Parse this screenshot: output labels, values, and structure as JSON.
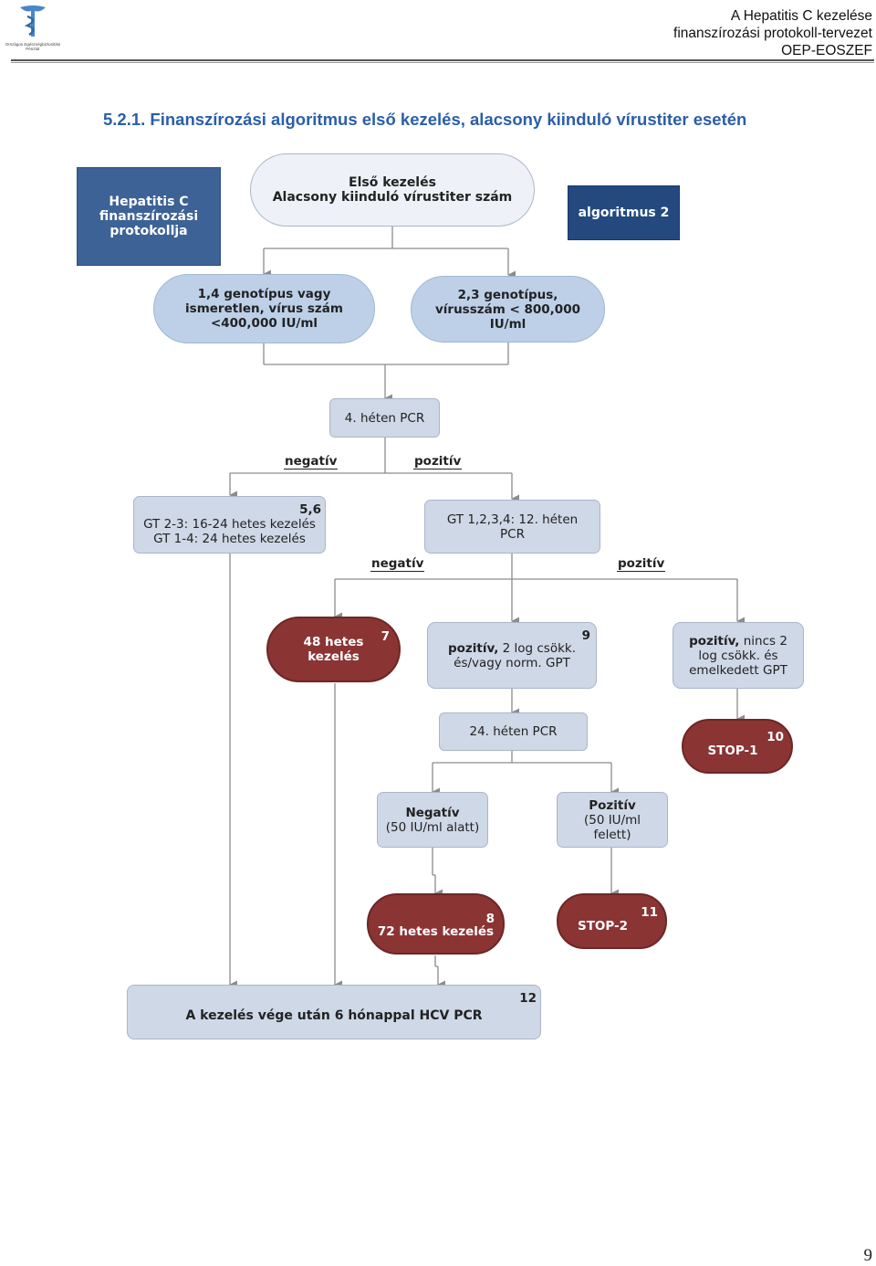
{
  "header": {
    "line1": "A Hepatitis C kezelése",
    "line2": "finanszírozási protokoll-tervezet",
    "line3": "OEP-EOSZEF",
    "logo_text": "Országos Egészségbiztosítási Pénztár",
    "logo_icon": "caduceus-logo"
  },
  "title": "5.2.1. Finanszírozási algoritmus első kezelés, alacsony kiinduló vírustiter esetén",
  "nodes": {
    "hepc": "Hepatitis C finanszírozási protokollja",
    "start_l1": "Első kezelés",
    "start_l2": "Alacsony kiinduló vírustiter szám",
    "algo": "algoritmus 2",
    "gt14": "1,4 genotípus vagy ismeretlen, vírus szám <400,000 IU/ml",
    "gt23": "2,3 genotípus, vírusszám < 800,000 IU/ml",
    "pcr4": "4. héten PCR",
    "n56_num": "5,6",
    "n56_l1": "GT 2-3: 16-24 hetes kezelés",
    "n56_l2": "GT 1-4: 24 hetes kezelés",
    "pcr12": "GT 1,2,3,4: 12. héten PCR",
    "n7_text": "48 hetes kezelés",
    "n7_num": "7",
    "n9_bold": "pozitív,",
    "n9_text": " 2 log csökk. és/vagy norm. GPT",
    "n9_num": "9",
    "nx_bold": "pozitív,",
    "nx_text": " nincs 2 log csökk. és emelkedett GPT",
    "pcr24": "24. héten PCR",
    "stop1": "STOP-1",
    "stop1_num": "10",
    "neg_bold": "Negatív",
    "neg_text": "(50 IU/ml alatt)",
    "pos_bold": "Pozitív",
    "pos_text": "(50 IU/ml felett)",
    "n8_text": "72 hetes kezelés",
    "n8_num": "8",
    "stop2": "STOP-2",
    "stop2_num": "11",
    "end_text": "A kezelés vége után 6 hónappal HCV PCR",
    "end_num": "12"
  },
  "labels": {
    "neg1": "negatív",
    "pos1": "pozitív",
    "neg2": "negatív",
    "pos2": "pozitív"
  },
  "colors": {
    "title": "#2b5ea8",
    "stop_red": "#8b3434",
    "navy": "#23497e",
    "connector": "#8c8c8c"
  },
  "page_number": "9"
}
